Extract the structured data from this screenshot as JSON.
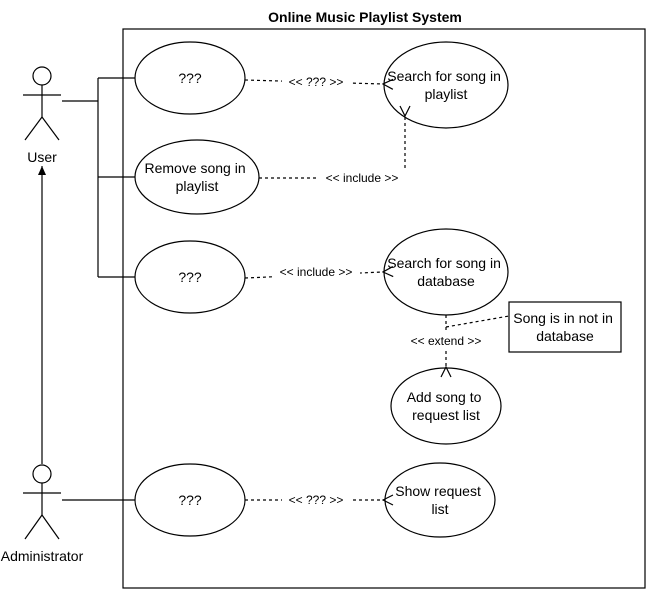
{
  "diagram": {
    "title": "Online Music Playlist System",
    "actors": {
      "user": "User",
      "administrator": "Administrator"
    },
    "use_cases": {
      "uc_unknown_1": [
        "???"
      ],
      "uc_remove_song": [
        "Remove song in",
        "playlist"
      ],
      "uc_unknown_2": [
        "???"
      ],
      "uc_unknown_3": [
        "???"
      ],
      "uc_search_playlist": [
        "Search for song in",
        "playlist"
      ],
      "uc_search_database": [
        "Search for song in",
        "database"
      ],
      "uc_add_request": [
        "Add song to",
        "request list"
      ],
      "uc_show_request": [
        "Show request",
        "list"
      ]
    },
    "relations": {
      "rel_unknown_top": "<< ??? >>",
      "rel_include_remove": "<< include >>",
      "rel_include_db": "<< include >>",
      "rel_extend": "<< extend >>",
      "rel_unknown_admin": "<< ??? >>"
    },
    "note": [
      "Song is in not in",
      "database"
    ]
  }
}
